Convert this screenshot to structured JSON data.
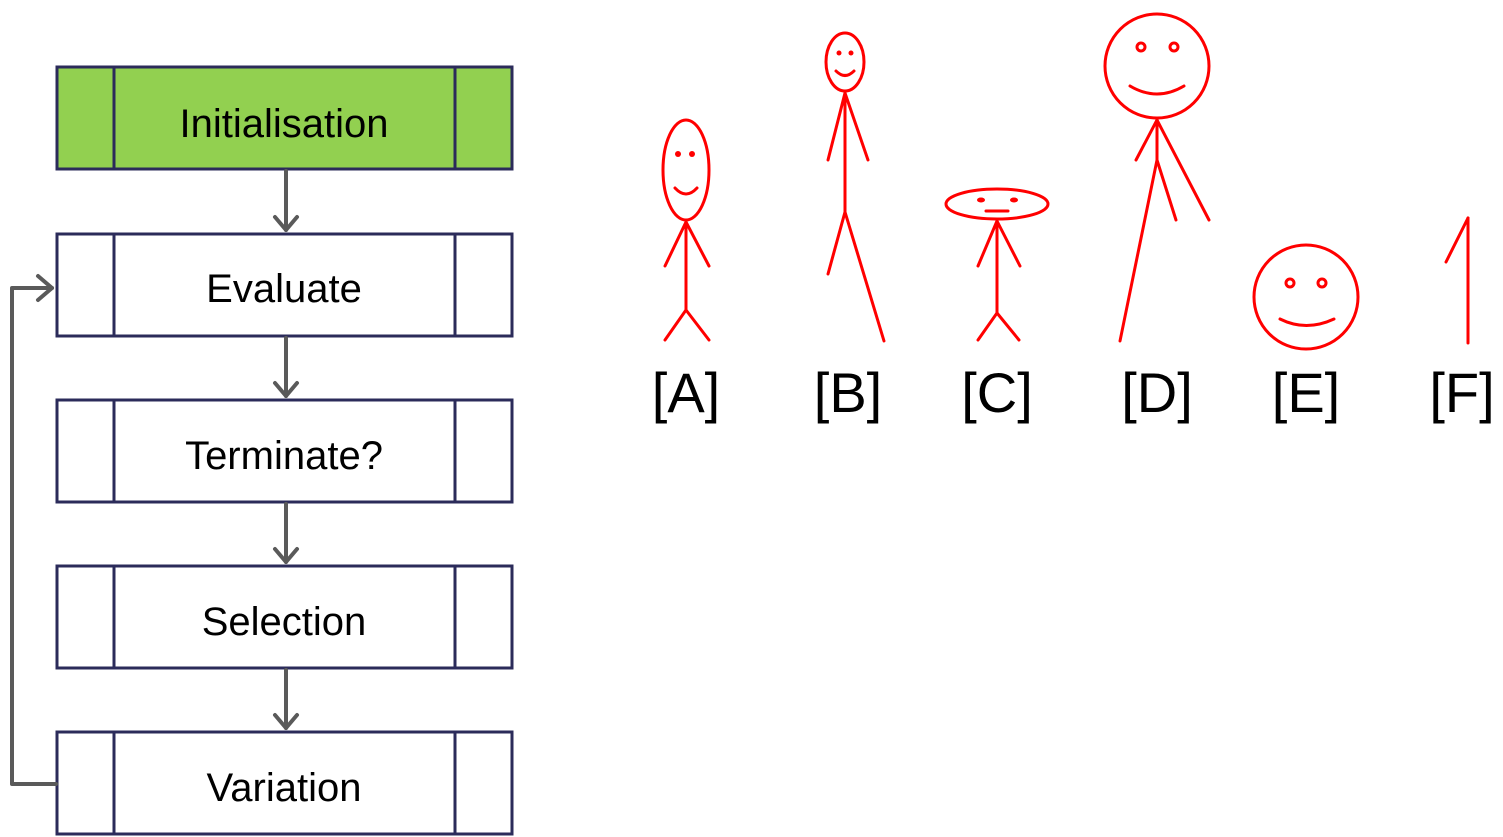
{
  "flowchart": {
    "steps": [
      {
        "label": "Initialisation",
        "fill": "#92d050"
      },
      {
        "label": "Evaluate",
        "fill": "#ffffff"
      },
      {
        "label": "Terminate?",
        "fill": "#ffffff"
      },
      {
        "label": "Selection",
        "fill": "#ffffff"
      },
      {
        "label": "Variation",
        "fill": "#ffffff"
      }
    ],
    "box_stroke": "#2b2b5a",
    "arrow_color": "#5a5a5a"
  },
  "figures": {
    "color": "#ff0000",
    "items": [
      {
        "label": "[A]"
      },
      {
        "label": "[B]"
      },
      {
        "label": "[C]"
      },
      {
        "label": "[D]"
      },
      {
        "label": "[E]"
      },
      {
        "label": "[F]"
      }
    ]
  }
}
